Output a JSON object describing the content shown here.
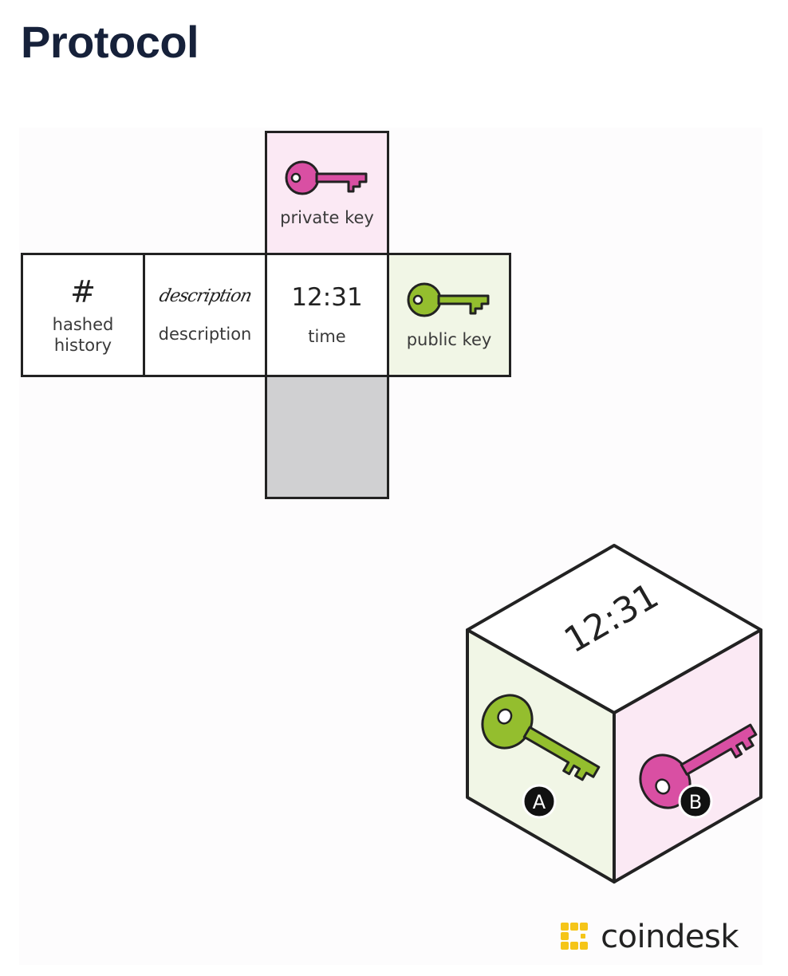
{
  "title": "Protocol",
  "net": {
    "top": {
      "label": "private key",
      "bg": "#fbe9f4",
      "key_color": "#d94fa3"
    },
    "left1": {
      "symbol": "#",
      "label": "hashed\nhistory"
    },
    "left2": {
      "script": "description",
      "label": "description"
    },
    "center": {
      "time": "12:31",
      "label": "time"
    },
    "right": {
      "label": "public key",
      "bg": "#f1f6e6",
      "key_color": "#94be2e"
    },
    "bottom": {
      "bg": "#d0d0d2"
    }
  },
  "cube": {
    "time": "12:31",
    "left_badge": "A",
    "right_badge": "B",
    "left_face_color": "#f1f6e6",
    "right_face_color": "#fbe9f4",
    "public_key_color": "#94be2e",
    "private_key_color": "#d94fa3"
  },
  "logo": {
    "text": "coindesk",
    "mark_color": "#f5c518"
  }
}
